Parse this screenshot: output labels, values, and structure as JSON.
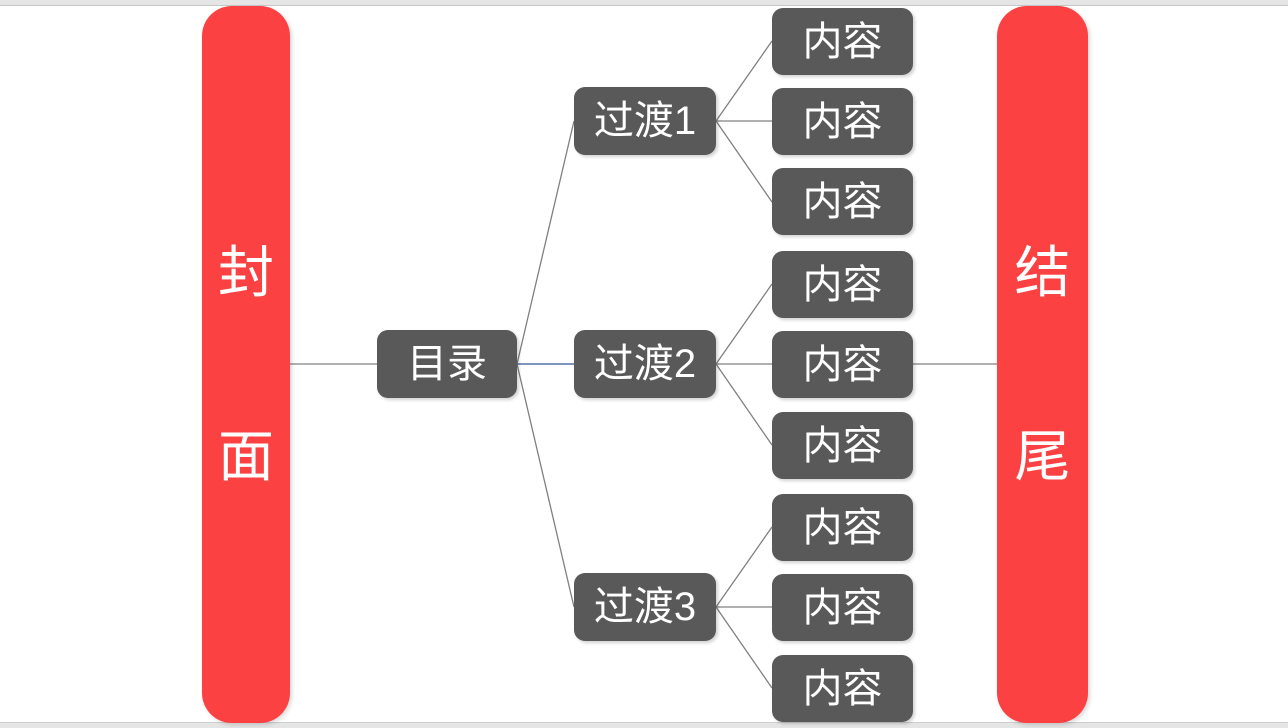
{
  "slide": {
    "type": "smartart-hierarchy-diagram",
    "colors": {
      "accent_red": "#FC4143",
      "node_gray": "#595959",
      "connector_gray": "#808080",
      "connector_blue": "#2F5597",
      "node_text": "#FFFFFF",
      "edge_strip": "#E5E5E5"
    },
    "nodes": {
      "cover": {
        "label": "封面",
        "chars": [
          "封",
          "面"
        ]
      },
      "toc": {
        "label": "目录"
      },
      "transitions": [
        {
          "label": "过渡1"
        },
        {
          "label": "过渡2"
        },
        {
          "label": "过渡3"
        }
      ],
      "contents": [
        {
          "label": "内容"
        },
        {
          "label": "内容"
        },
        {
          "label": "内容"
        },
        {
          "label": "内容"
        },
        {
          "label": "内容"
        },
        {
          "label": "内容"
        },
        {
          "label": "内容"
        },
        {
          "label": "内容"
        },
        {
          "label": "内容"
        }
      ],
      "ending": {
        "label": "结尾",
        "chars": [
          "结",
          "尾"
        ]
      }
    }
  }
}
